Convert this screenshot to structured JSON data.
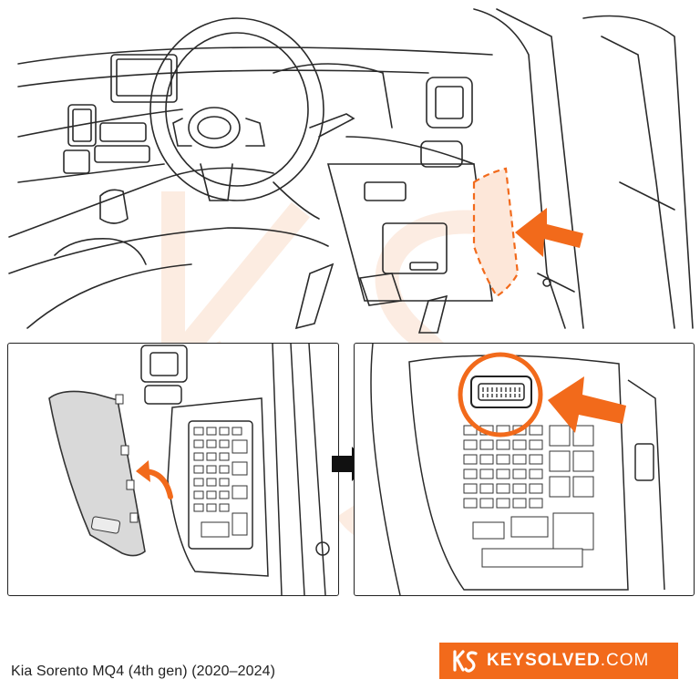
{
  "caption": "Kia Sorento MQ4 (4th gen) (2020–2024)",
  "brand": {
    "name": "KEYSOLVED",
    "suffix": ".COM",
    "logo_icon": "ks-logo-icon",
    "color": "#f26a1b"
  },
  "colors": {
    "accent": "#f26a1b",
    "line": "#2a2a2a",
    "watermark": "#fbe3d4"
  }
}
